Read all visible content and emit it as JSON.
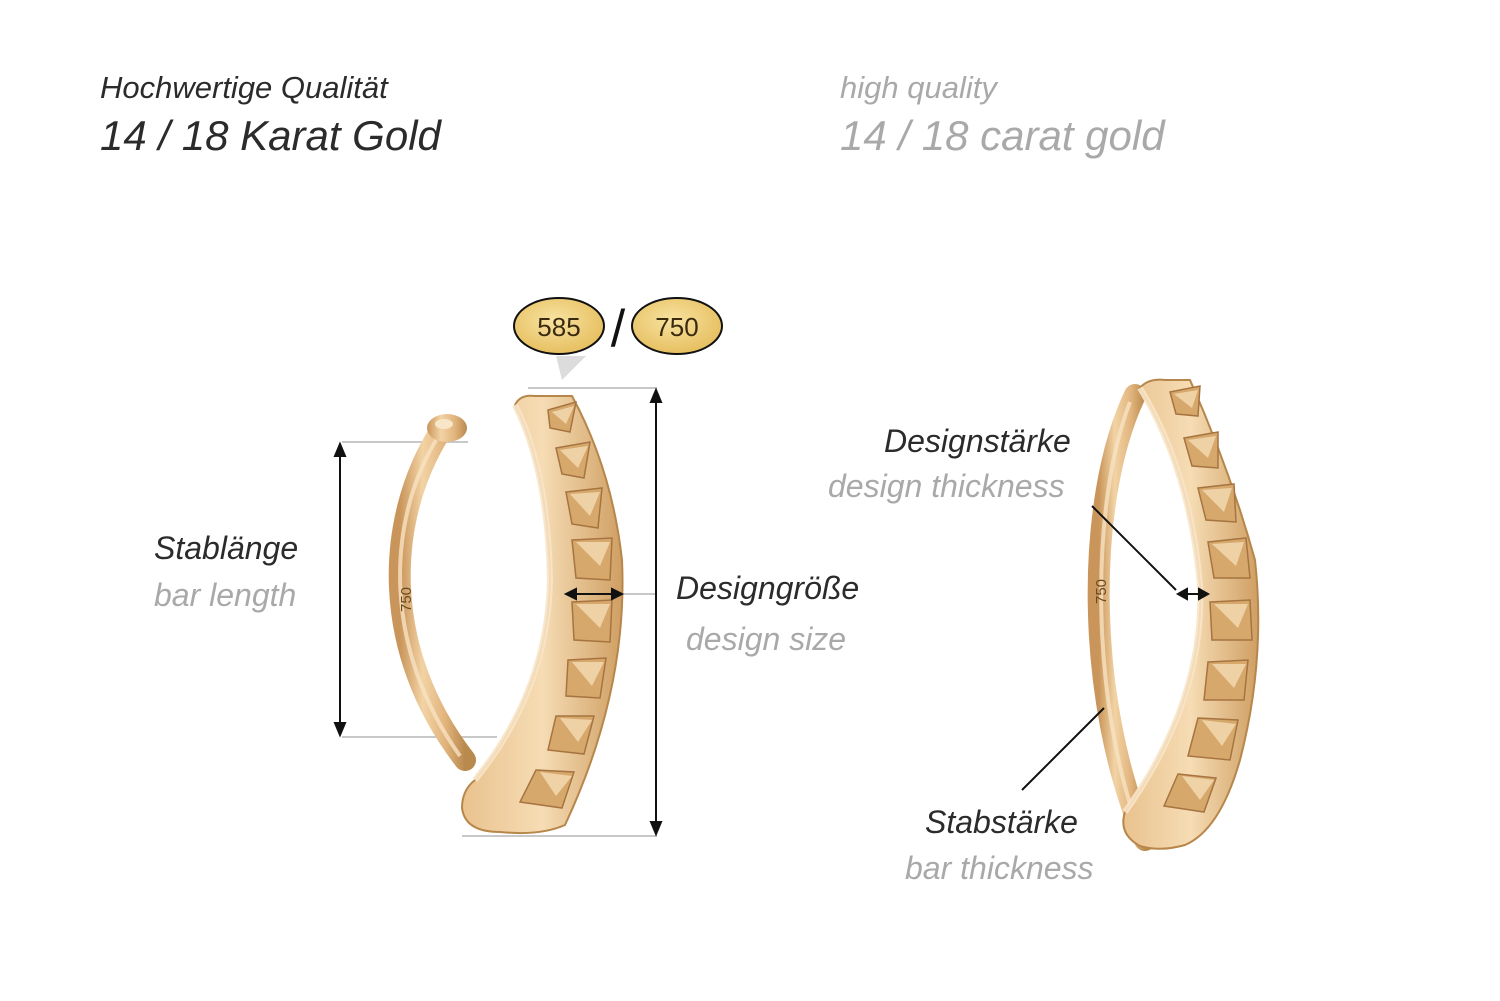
{
  "header": {
    "de_line1": "Hochwertige Qualität",
    "de_line2": "14 / 18 Karat Gold",
    "en_line1": "high quality",
    "en_line2": "14 / 18 carat gold"
  },
  "hallmarks": {
    "left": "585",
    "separator": "/",
    "right": "750"
  },
  "stamp": "750",
  "labels": {
    "bar_length_de": "Stablänge",
    "bar_length_en": "bar length",
    "design_size_de": "Designgröße",
    "design_size_en": "design size",
    "design_thickness_de": "Designstärke",
    "design_thickness_en": "design thickness",
    "bar_thickness_de": "Stabstärke",
    "bar_thickness_en": "bar thickness"
  },
  "colors": {
    "gold": "#e3bd86",
    "gold_dark": "#b98a4e",
    "hallmark_fill": "#f0d27a",
    "dimension_line": "#111111",
    "guide_line": "#c8c8c8"
  }
}
